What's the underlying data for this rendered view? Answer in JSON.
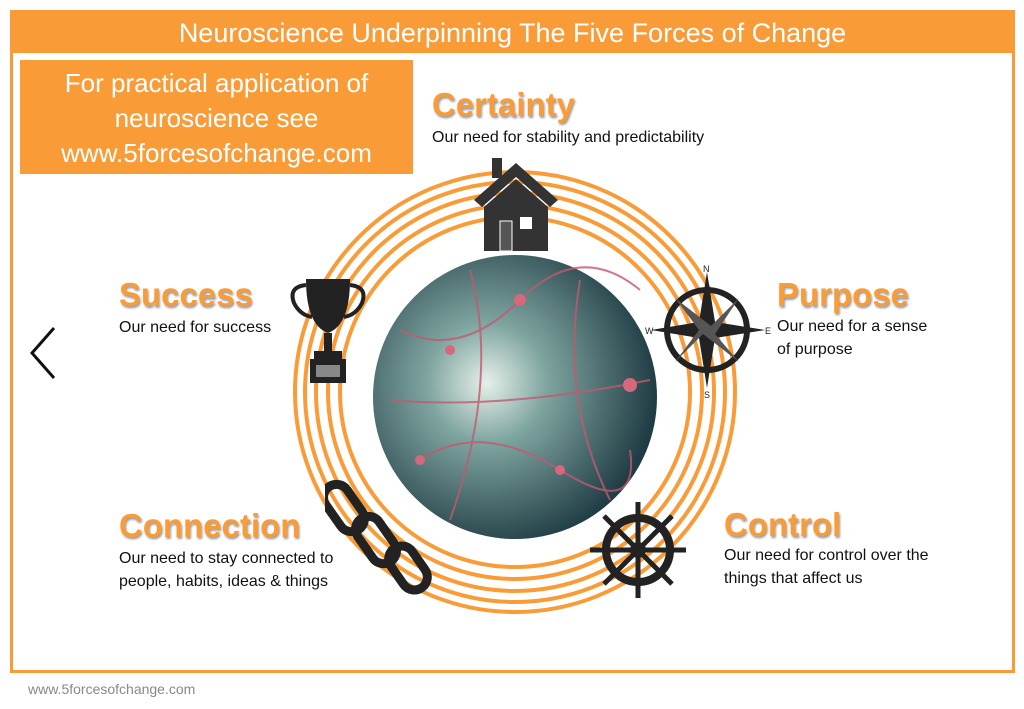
{
  "header": {
    "title": "Neuroscience Underpinning The Five Forces of Change"
  },
  "promo": {
    "line1": "For practical application of",
    "line2": "neuroscience see",
    "line3": "www.5forcesofchange.com"
  },
  "forces": {
    "certainty": {
      "title": "Certainty",
      "desc": "Our need for stability and predictability"
    },
    "success": {
      "title": "Success",
      "desc": "Our need for success"
    },
    "purpose": {
      "title": "Purpose",
      "desc1": "Our need for a sense",
      "desc2": "of purpose"
    },
    "connection": {
      "title": "Connection",
      "desc1": "Our need to stay connected to",
      "desc2": "people, habits, ideas & things"
    },
    "control": {
      "title": "Control",
      "desc1": "Our need for control over the",
      "desc2": "things that affect us"
    }
  },
  "compass": {
    "n": "N",
    "s": "S",
    "e": "E",
    "w": "W"
  },
  "footer": {
    "url": "www.5forcesofchange.com"
  },
  "colors": {
    "accent": "#f99c38",
    "icon": "#333333"
  }
}
